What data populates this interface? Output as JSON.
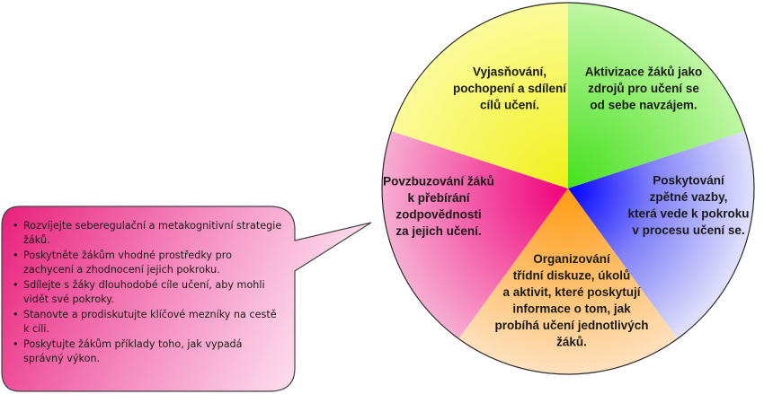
{
  "segments": [
    {
      "id": "top-left",
      "color": "#f4f65a",
      "lines": [
        "Vyjasňování,",
        "pochopení a sdílení",
        "cílů učení."
      ]
    },
    {
      "id": "top-right",
      "color": "#96ee5a",
      "lines": [
        "Aktivizace žáků jako",
        "zdrojů pro učení se",
        "od sebe navzájem."
      ]
    },
    {
      "id": "right",
      "color": "#8f8ff5",
      "lines": [
        "Poskytování",
        "zpětné vazby,",
        "která vede k pokroku",
        "v procesu učení se."
      ]
    },
    {
      "id": "bottom",
      "color": "#fbb055",
      "lines": [
        "Organizování",
        "třídní diskuze, úkolů",
        "a aktivit, které poskytují",
        "informace o tom, jak",
        "probíhá učení jednotlivých",
        "žáků."
      ]
    },
    {
      "id": "left",
      "color": "#f03d8c",
      "lines": [
        "Povzbuzování žáků",
        "k přebírání",
        "zodpovědnosti",
        "za jejich učení."
      ]
    }
  ],
  "callout": {
    "color": "#ee3f8e",
    "items": [
      "Rozvíjejte seberegulační a metakognitivní strategie žáků.",
      "Poskytněte žákům vhodné prostředky pro zachycení a zhodnocení jejich pokroku.",
      "Sdílejte s žáky dlouhodobé cíle učení, aby mohli vidět své pokroky.",
      "Stanovte a prodiskutujte klíčové mezníky na cestě k cíli.",
      "Poskytujte žákům příklady toho, jak vypadá správný výkon."
    ]
  }
}
